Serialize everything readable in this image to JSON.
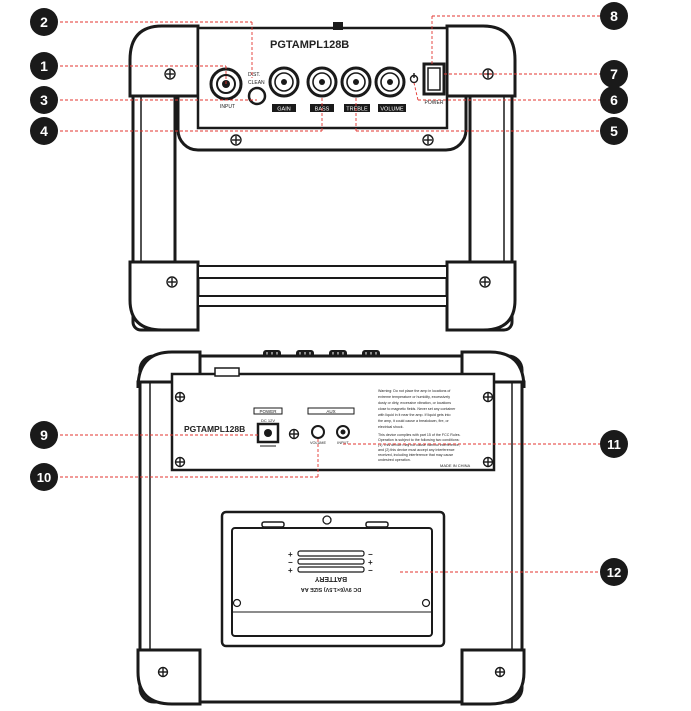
{
  "callouts": [
    {
      "number": "1"
    },
    {
      "number": "2"
    },
    {
      "number": "3"
    },
    {
      "number": "4"
    },
    {
      "number": "5"
    },
    {
      "number": "6"
    },
    {
      "number": "7"
    },
    {
      "number": "8"
    },
    {
      "number": "9"
    },
    {
      "number": "10"
    },
    {
      "number": "11"
    },
    {
      "number": "12"
    }
  ],
  "front": {
    "model": "PGTAMPL128B",
    "input_label": "INPUT",
    "dist_label": "DIST.",
    "clean_label": "CLEAN",
    "knobs": [
      "GAIN",
      "BASS",
      "TREBLE",
      "VOLUME"
    ],
    "power_label": "POWER"
  },
  "back": {
    "model": "PGTAMPL128B",
    "power_label": "POWER",
    "dc_label": "DC 12V",
    "aux_label": "AUX",
    "aux_volume_label": "VOLUME",
    "aux_input_label": "INPUT",
    "warning_lines": [
      "Warning: Do not place the amp in locations of",
      "extreme temperature or humidity, excessively",
      "dusty or dirty, excessive vibration, or locations",
      "close to magnetic fields. Never set any container",
      "with liquid in it near the amp. If liquid gets into",
      "the amp, it could cause a breakdown, fire, or",
      "electrical shock."
    ],
    "fcc_lines": [
      "This device complies with part 15 of the FCC Rules.",
      "Operation is subject to the following two conditions:",
      "(1) This device may not cause harmful interference,",
      "and (2) this device must accept any interference",
      "received, including interference that may cause",
      "undesired operation."
    ],
    "made_in": "MADE IN CHINA",
    "battery_label": "BATTERY",
    "battery_spec": "DC 9V(6×1.5V) SIZE AA"
  },
  "colors": {
    "outline": "#1a1a1a",
    "callout_circle": "#1a1a1a",
    "leader_line": "#e3342f"
  }
}
